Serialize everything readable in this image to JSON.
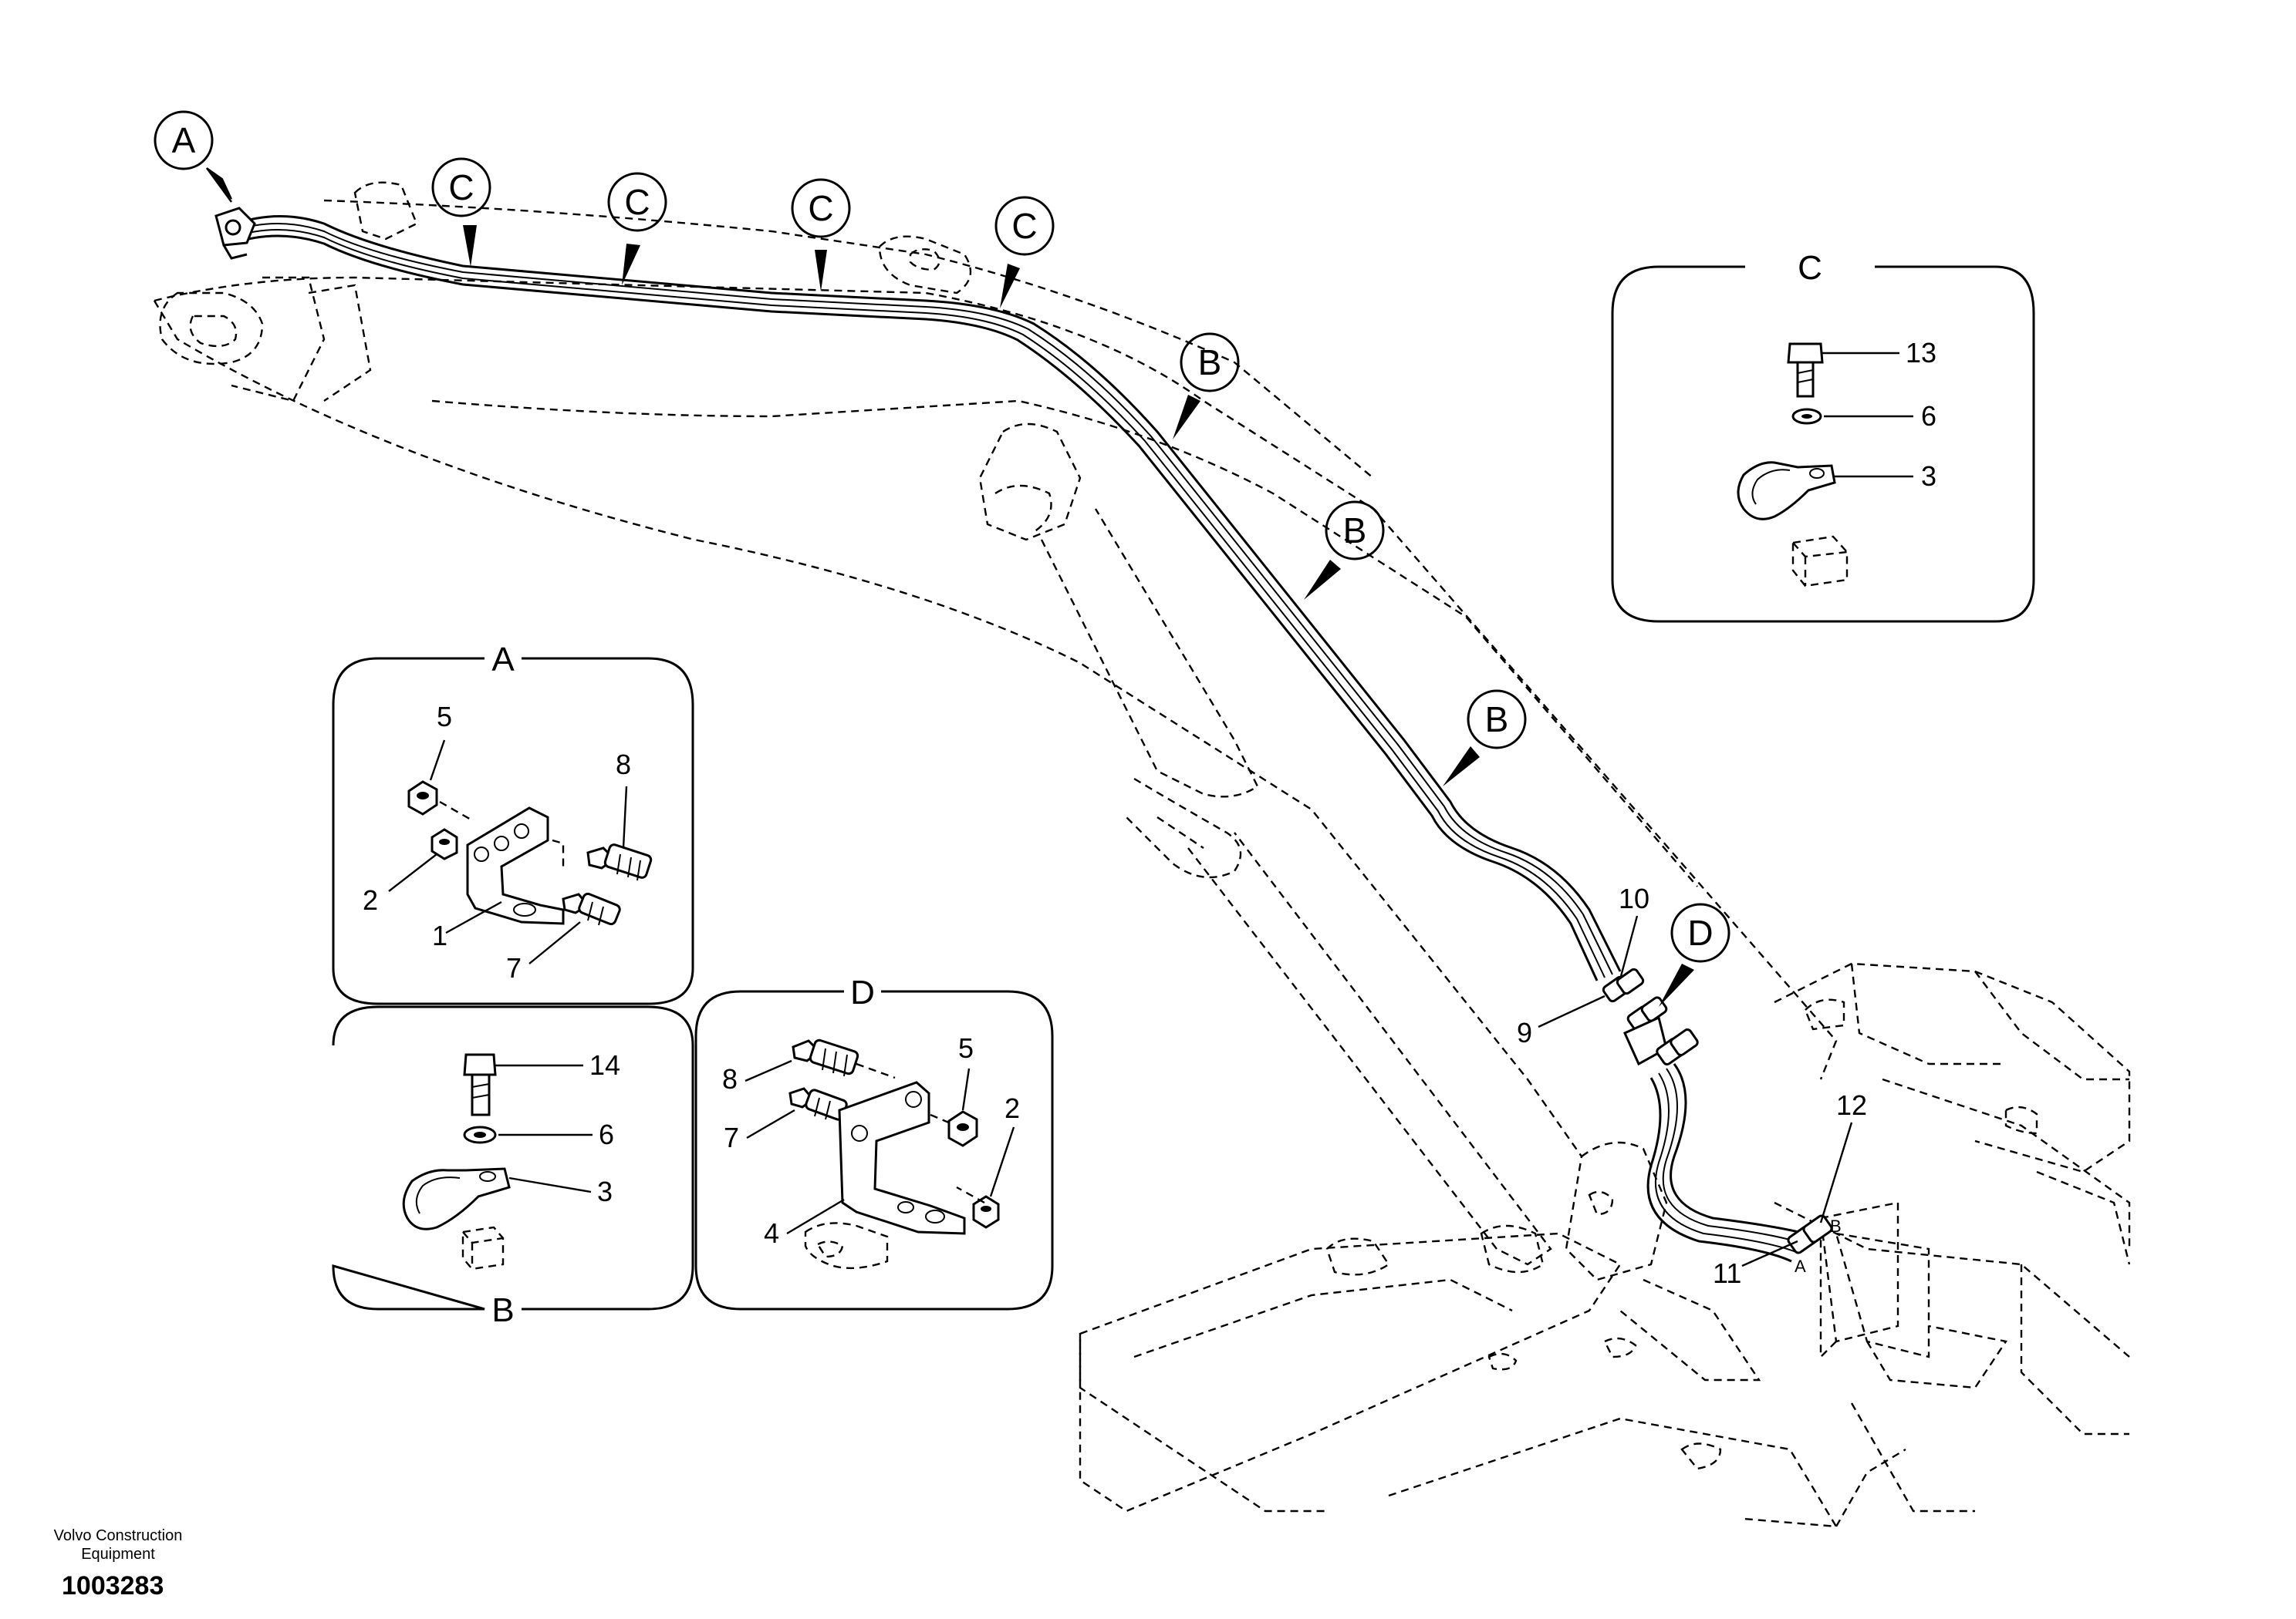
{
  "callouts": {
    "a": "A",
    "b": "B",
    "c": "C",
    "d": "D"
  },
  "details": {
    "c": {
      "title": "C",
      "bolt": "13",
      "washer": "6",
      "clamp": "3"
    },
    "a": {
      "title": "A",
      "nut_top": "5",
      "nut_side": "2",
      "bracket": "1",
      "fitting_top": "8",
      "fitting_bottom": "7"
    },
    "b": {
      "title": "B",
      "bolt": "14",
      "washer": "6",
      "clamp": "3"
    },
    "d": {
      "title": "D",
      "fitting_top": "8",
      "fitting_bottom": "7",
      "nut_top": "5",
      "nut_side": "2",
      "bracket": "4"
    }
  },
  "main_labels": {
    "fitting_upper_right": "10",
    "fitting_upper_left": "9",
    "fitting_lower_right": "12",
    "fitting_lower_left": "11",
    "port_a": "A",
    "port_b": "B"
  },
  "footer": {
    "brand_line1": "Volvo Construction",
    "brand_line2": "Equipment",
    "doc_number": "1003283"
  }
}
